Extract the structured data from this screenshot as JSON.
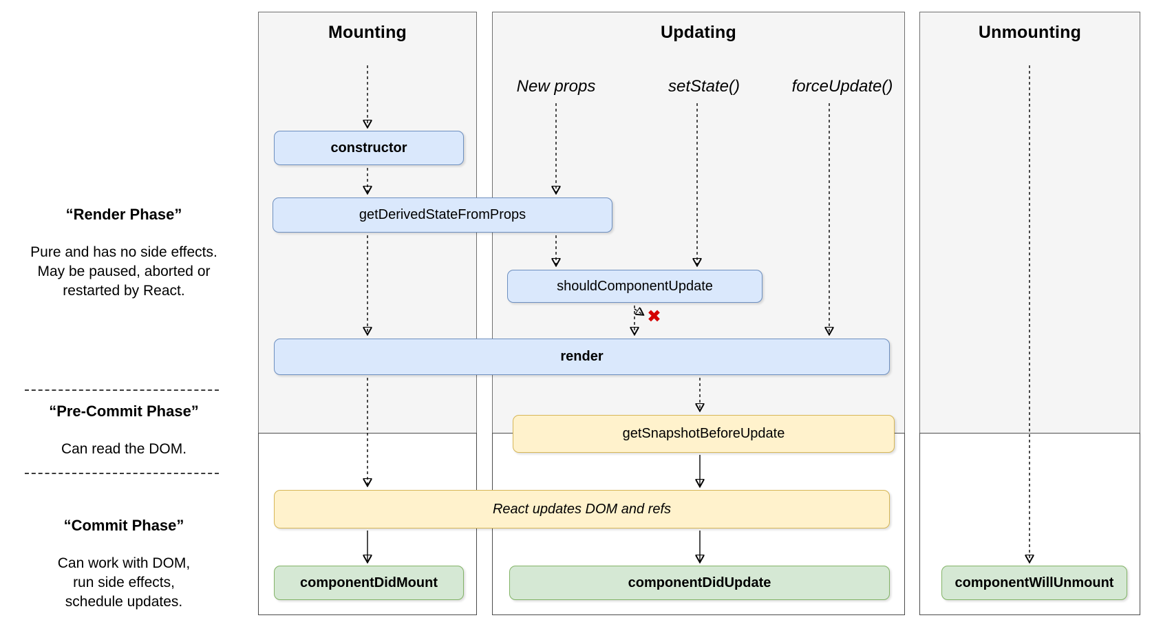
{
  "phase_labels": [
    {
      "title": "“Render Phase”",
      "lines": [
        "Pure and has no side effects.",
        "May be paused, aborted or",
        "restarted by React."
      ]
    },
    {
      "title": "“Pre-Commit Phase”",
      "lines": [
        "Can read the DOM."
      ]
    },
    {
      "title": "“Commit Phase”",
      "lines": [
        "Can work with DOM,",
        "run side effects,",
        "schedule updates."
      ]
    }
  ],
  "columns": {
    "mounting": {
      "title": "Mounting"
    },
    "updating": {
      "title": "Updating",
      "triggers": {
        "new_props": "New props",
        "set_state": "setState()",
        "force_update": "forceUpdate()"
      }
    },
    "unmounting": {
      "title": "Unmounting"
    }
  },
  "nodes": {
    "constructor": {
      "label": "constructor"
    },
    "get_derived_state_from_props": {
      "label": "getDerivedStateFromProps"
    },
    "should_component_update": {
      "label": "shouldComponentUpdate"
    },
    "render": {
      "label": "render"
    },
    "get_snapshot_before_update": {
      "label": "getSnapshotBeforeUpdate"
    },
    "react_updates": {
      "label": "React updates DOM and refs"
    },
    "component_did_mount": {
      "label": "componentDidMount"
    },
    "component_did_update": {
      "label": "componentDidUpdate"
    },
    "component_will_unmount": {
      "label": "componentWillUnmount"
    }
  },
  "icons": {
    "abort_icon": "✖"
  },
  "colors": {
    "column_bg": "#f5f5f5",
    "blue_fill": "#dae8fc",
    "blue_border": "#6c8ebf",
    "yellow_fill": "#fff2cc",
    "yellow_border": "#d6b656",
    "green_fill": "#d5e8d4",
    "green_border": "#82b366",
    "abort_red": "#d40000"
  }
}
